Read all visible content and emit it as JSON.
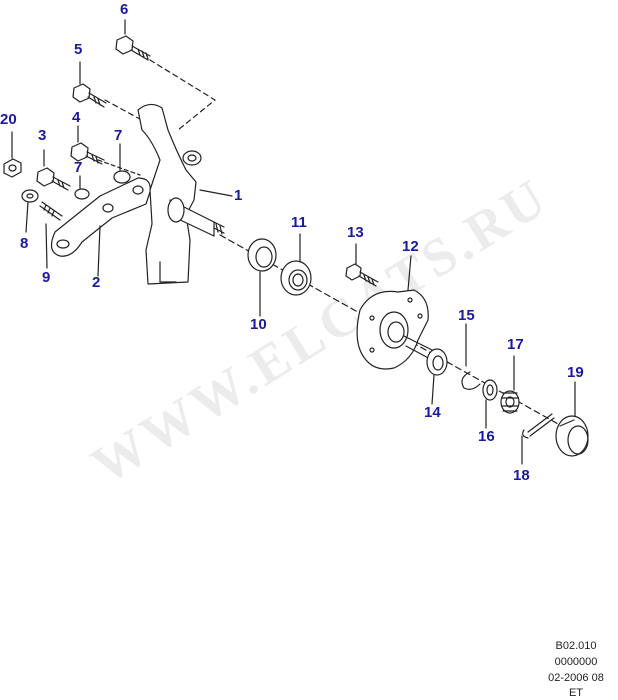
{
  "watermark": "WWW.ELCATS.RU",
  "callouts": {
    "c1": "1",
    "c2": "2",
    "c3": "3",
    "c4": "4",
    "c5": "5",
    "c6": "6",
    "c7a": "7",
    "c7b": "7",
    "c8": "8",
    "c9": "9",
    "c10": "10",
    "c11": "11",
    "c12": "12",
    "c13": "13",
    "c14": "14",
    "c15": "15",
    "c16": "16",
    "c17": "17",
    "c18": "18",
    "c19": "19",
    "c20": "20"
  },
  "footer": {
    "code": "B02.010",
    "number": "0000000",
    "date": "02-2006 08",
    "suffix": "ET"
  },
  "colors": {
    "callout": "#1a1aa0",
    "linework": "#222222",
    "watermark": "#ececec"
  }
}
